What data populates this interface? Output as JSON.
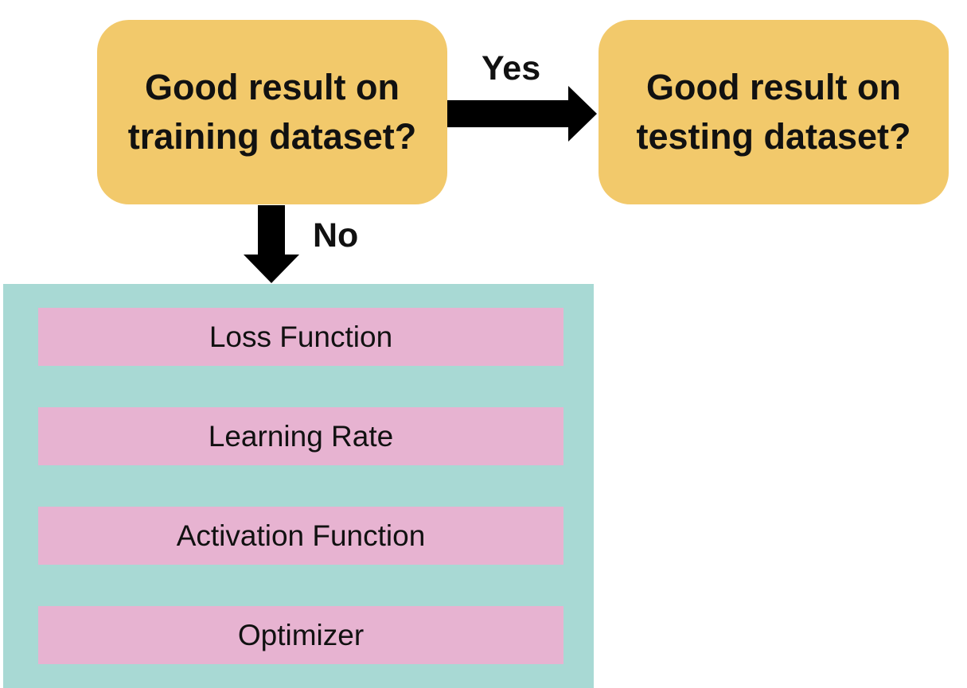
{
  "decisions": {
    "training": {
      "line1": "Good result on",
      "line2": "training dataset?"
    },
    "testing": {
      "line1": "Good result on",
      "line2": "testing dataset?"
    }
  },
  "edges": {
    "yes_label": "Yes",
    "no_label": "No"
  },
  "options": [
    {
      "label": "Loss Function"
    },
    {
      "label": "Learning Rate"
    },
    {
      "label": "Activation Function"
    },
    {
      "label": "Optimizer"
    }
  ],
  "colors": {
    "decision_fill": "#f2c96b",
    "panel_fill": "#a8d9d4",
    "option_fill": "#e7b3d1",
    "arrow": "#000000"
  }
}
